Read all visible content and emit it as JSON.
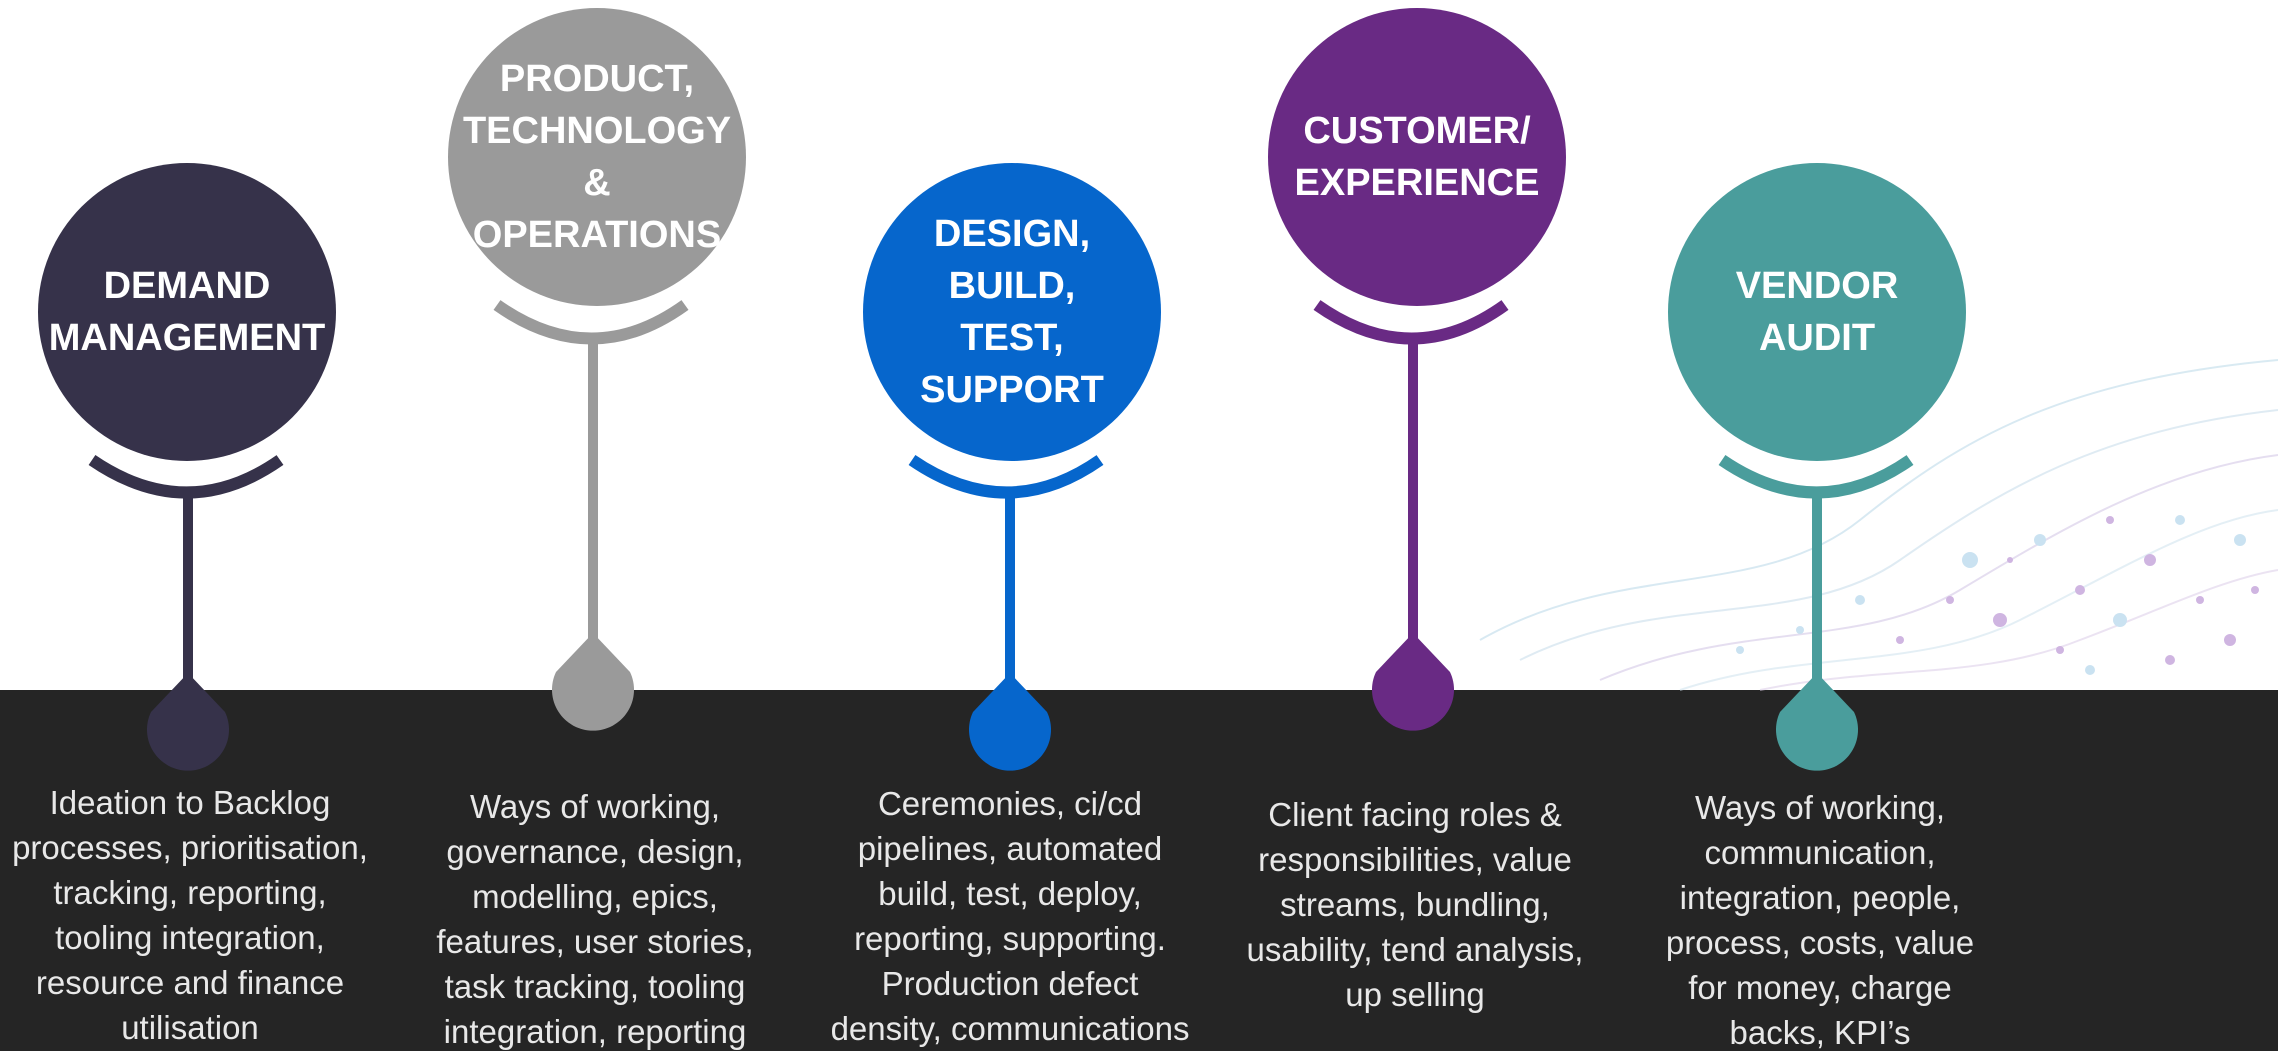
{
  "colors": {
    "demand": "#36324a",
    "product": "#9a9a9a",
    "design": "#0666cc",
    "customer": "#692a84",
    "vendor": "#4a9d9c",
    "band": "#252525"
  },
  "pillars": [
    {
      "title": "DEMAND\nMANAGEMENT",
      "description": "Ideation to Backlog\nprocesses, prioritisation,\ntracking, reporting,\ntooling integration,\nresource and finance\nutilisation"
    },
    {
      "title": "PRODUCT,\nTECHNOLOGY\n&\nOPERATIONS",
      "description": "Ways of working,\ngovernance, design,\nmodelling, epics,\nfeatures, user stories,\ntask tracking, tooling\nintegration, reporting"
    },
    {
      "title": "DESIGN, BUILD,\nTEST, SUPPORT",
      "description": "Ceremonies, ci/cd\npipelines, automated\nbuild, test, deploy,\nreporting, supporting.\nProduction defect\ndensity, communications"
    },
    {
      "title": "CUSTOMER/\nEXPERIENCE",
      "description": "Client facing roles &\nresponsibilities, value\nstreams, bundling,\nusability, tend analysis,\nup selling"
    },
    {
      "title": "VENDOR\nAUDIT",
      "description": "Ways of working,\ncommunication,\nintegration, people,\nprocess, costs, value\nfor money, charge\nbacks, KPI’s"
    }
  ]
}
